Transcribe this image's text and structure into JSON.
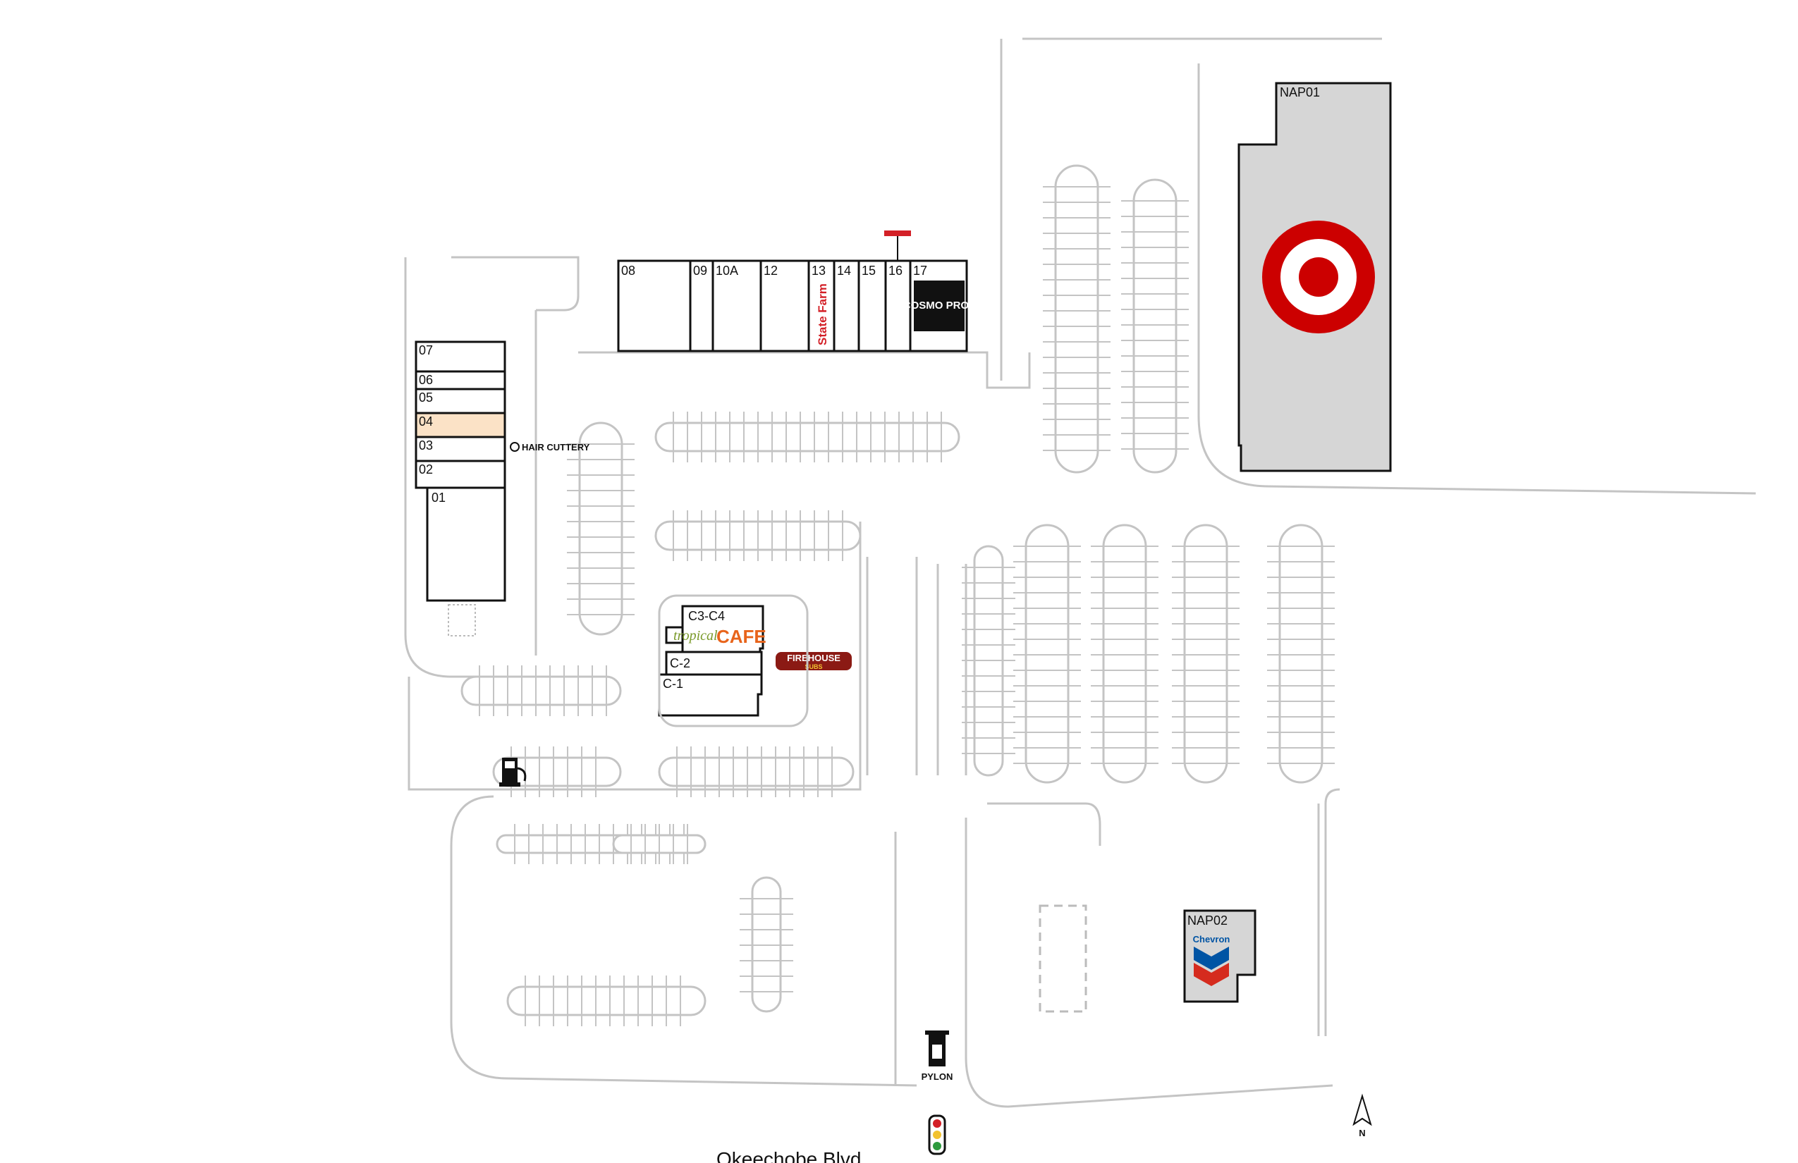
{
  "map": {
    "units": [
      "08",
      "09",
      "10A",
      "12",
      "13",
      "14",
      "15",
      "16",
      "17",
      "07",
      "06",
      "05",
      "04",
      "03",
      "02",
      "01",
      "C3-C4",
      "C-2",
      "C-1",
      "NAP01",
      "NAP02"
    ],
    "highlighted_unit": "04",
    "road_name": "Okeechobe Blvd",
    "pylon_label": "PYLON",
    "north_label": "N",
    "highlight_color": "#fbe2c6",
    "anchor_color": "#d6d6d6",
    "tenant_logos": {
      "statefarm": "State Farm",
      "cosmoprof": "COSMO PROF",
      "haircuttery": "HAIR CUTTERY",
      "tropical_a": "tropical",
      "tropical_b": "CAFE",
      "firehouse_a": "FIREHOUSE",
      "firehouse_b": "SUBS",
      "chevron": "Chevron",
      "target": "target-bullseye-logo"
    },
    "icons": [
      "ev-charger-icon",
      "traffic-light-icon",
      "north-arrow-icon",
      "pylon-sign-icon",
      "handicap-icon"
    ]
  }
}
